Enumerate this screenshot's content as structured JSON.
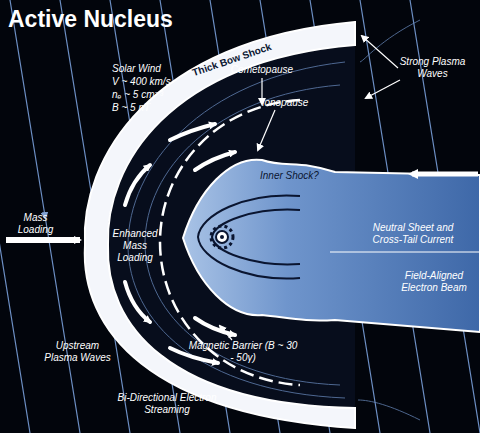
{
  "diagram": {
    "title": "Active Nucleus",
    "nodes": [
      {
        "text": [
          "Thick Bow Shock"
        ]
      },
      {
        "text": [
          "Inner Shock?",
          "Neutral Sheet and Cross-Tail Current"
        ]
      }
    ],
    "labels": [
      "Solar Wind",
      "V ~ 400 km/s",
      "nₑ ~ 5 cm⁻³",
      "B ~ 5 nT",
      "Strong Plasma Waves",
      "Cometopause",
      "Ionopause",
      "Mass Loading",
      "Enhanced Mass Loading",
      "Magnetic Barrier (B ~ 30 - 50γ)",
      "Upstream Plasma Waves",
      "Bi-Directional Electron Streaming",
      "Field-Aligned Electron Beam"
    ]
  }
}
